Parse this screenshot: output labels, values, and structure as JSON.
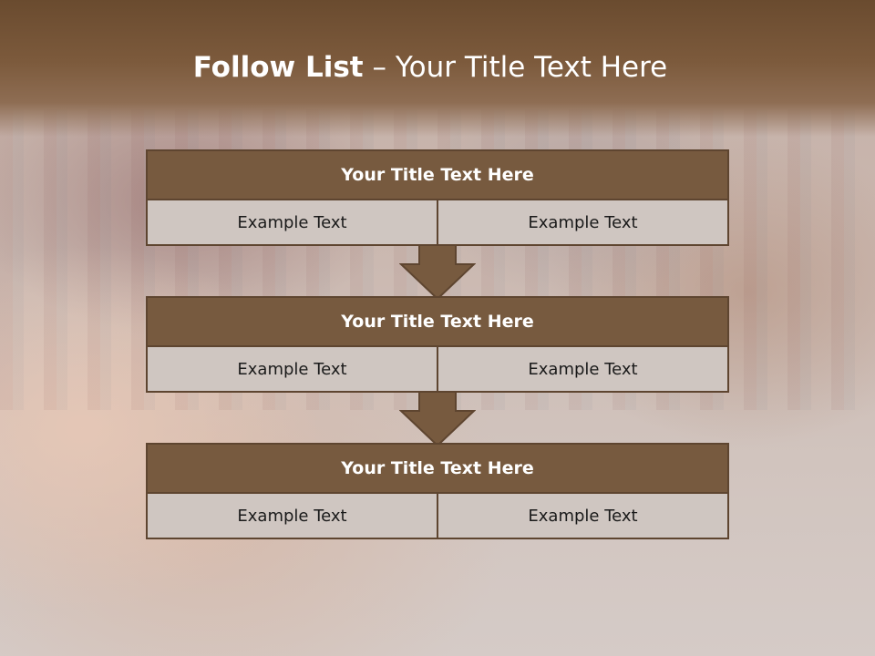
{
  "slide": {
    "title_bold": "Follow List",
    "title_rest": " – Your Title Text Here"
  },
  "blocks": [
    {
      "title": "Your Title Text Here",
      "left": "Example Text",
      "right": "Example Text"
    },
    {
      "title": "Your Title Text Here",
      "left": "Example Text",
      "right": "Example Text"
    },
    {
      "title": "Your Title Text Here",
      "left": "Example Text",
      "right": "Example Text"
    }
  ],
  "colors": {
    "header": "#775a3f",
    "cell": "#cfc6c1",
    "border": "#5e4530"
  },
  "icons": [
    "arrow-down-icon",
    "arrow-down-icon"
  ]
}
